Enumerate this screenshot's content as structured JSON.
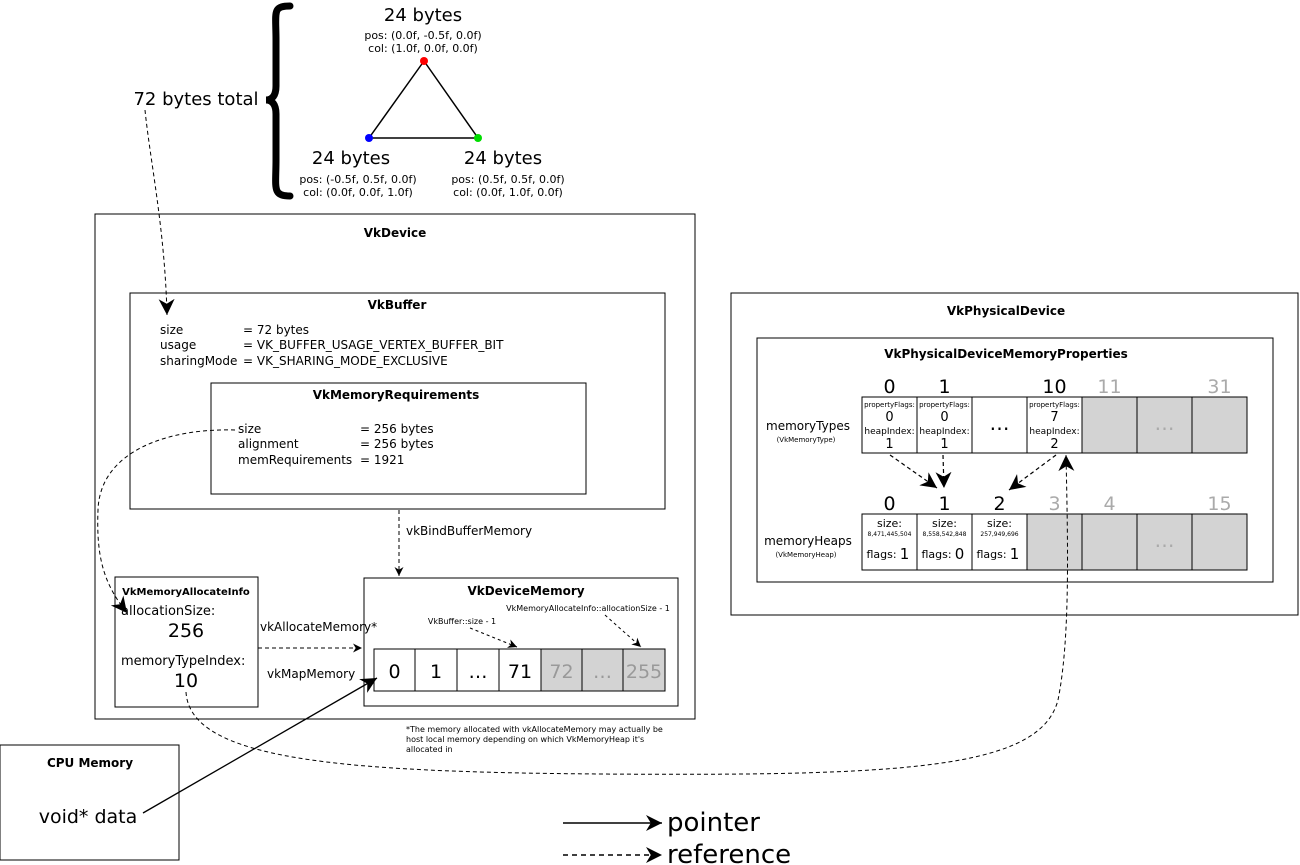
{
  "triangle": {
    "top": {
      "bytes": "24 bytes",
      "pos": "pos: (0.0f, -0.5f, 0.0f)",
      "col": "col: (1.0f,  0.0f, 0.0f)"
    },
    "left": {
      "bytes": "24 bytes",
      "pos": "pos: (-0.5f, 0.5f, 0.0f)",
      "col": "col: (0.0f,  0.0f, 1.0f)"
    },
    "right": {
      "bytes": "24 bytes",
      "pos": "pos: (0.5f,  0.5f, 0.0f)",
      "col": "col: (0.0f,  1.0f, 0.0f)"
    },
    "total": "72 bytes total",
    "colors": {
      "top": "#ff0000",
      "left": "#0000ff",
      "right": "#00dd00"
    }
  },
  "vkdevice": {
    "title": "VkDevice",
    "buffer": {
      "title": "VkBuffer",
      "keys": [
        "size",
        "usage",
        "sharingMode"
      ],
      "values": [
        "= 72 bytes",
        "= VK_BUFFER_USAGE_VERTEX_BUFFER_BIT",
        "= VK_SHARING_MODE_EXCLUSIVE"
      ]
    },
    "memreq": {
      "title": "VkMemoryRequirements",
      "keys": [
        "size",
        "alignment",
        "memRequirements"
      ],
      "values": [
        "= 256 bytes",
        "= 256 bytes",
        "= 1921"
      ]
    },
    "bind_label": "vkBindBufferMemory",
    "allocinfo": {
      "title": "VkMemoryAllocateInfo",
      "size_label": "allocationSize:",
      "size_value": "256",
      "type_label": "memoryTypeIndex:",
      "type_value": "10"
    },
    "allocate_label": "vkAllocateMemory*",
    "map_label": "vkMapMemory",
    "devmem": {
      "title": "VkDeviceMemory",
      "note_alloc": "VkMemoryAllocateInfo::allocationSize - 1",
      "note_buf": "VkBuffer::size - 1",
      "cells": [
        "0",
        "1",
        "…",
        "71",
        "72",
        "…",
        "255"
      ]
    }
  },
  "footnote": [
    "*The memory allocated with vkAllocateMemory may actually be",
    "host local memory depending on which VkMemoryHeap it's",
    "allocated in"
  ],
  "cpu": {
    "title": "CPU Memory",
    "data": "void* data"
  },
  "physical": {
    "title": "VkPhysicalDevice",
    "props_title": "VkPhysicalDeviceMemoryProperties",
    "types_label": "memoryTypes",
    "types_sub": "(VkMemoryType)",
    "type_indices": [
      "0",
      "1",
      "10",
      "11",
      "31"
    ],
    "flags_label": "propertyFlags:",
    "heap_label": "heapIndex:",
    "types": [
      {
        "flags": "0",
        "heap": "1"
      },
      {
        "flags": "0",
        "heap": "1"
      },
      {
        "flags": "7",
        "heap": "2"
      }
    ],
    "types_ellipsis": "…",
    "heaps_label": "memoryHeaps",
    "heaps_sub": "(VkMemoryHeap)",
    "heap_indices": [
      "0",
      "1",
      "2",
      "3",
      "4",
      "15"
    ],
    "size_label": "size:",
    "heapflags_label": "flags:",
    "heaps": [
      {
        "size": "8,471,445,504",
        "flags": "1"
      },
      {
        "size": "8,558,542,848",
        "flags": "0"
      },
      {
        "size": "257,949,696",
        "flags": "1"
      }
    ],
    "heaps_ellipsis": "…"
  },
  "legend": {
    "pointer": "pointer",
    "reference": "reference"
  }
}
